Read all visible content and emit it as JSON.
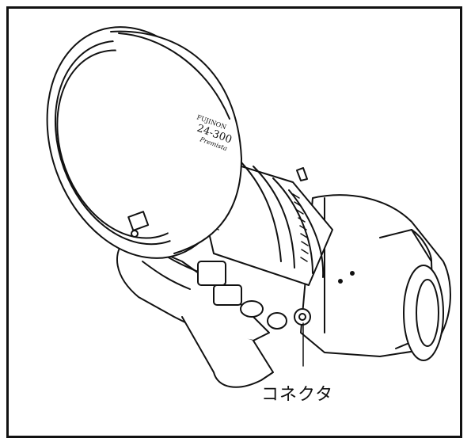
{
  "figure": {
    "callout_label": "コネクタ",
    "lens_brand_text": "FUJINON",
    "lens_model_text": "24-300",
    "lens_series_text": "Premista",
    "line_color": "#111111",
    "background_color": "#ffffff"
  }
}
